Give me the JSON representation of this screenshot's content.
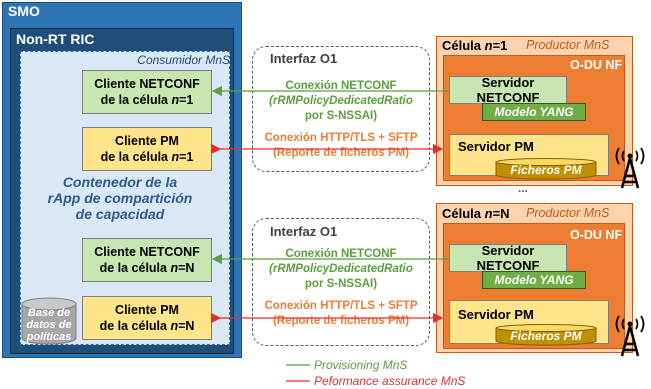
{
  "smo": {
    "title": "SMO"
  },
  "ric": {
    "title": "Non-RT RIC"
  },
  "rapp": {
    "consumer_label": "Consumidor MnS",
    "container_lines": [
      "Contenedor de la",
      "rApp de compartición",
      "de capacidad"
    ]
  },
  "clients": {
    "netconf_1": {
      "line1": "Cliente NETCONF",
      "line2_prefix": "de la célula ",
      "line2_var": "n",
      "line2_suffix": "=1"
    },
    "pm_1": {
      "line1": "Cliente PM",
      "line2_prefix": "de la célula ",
      "line2_var": "n",
      "line2_suffix": "=1"
    },
    "netconf_n": {
      "line1": "Cliente NETCONF",
      "line2_prefix": "de la célula ",
      "line2_var": "n",
      "line2_suffix": "=N"
    },
    "pm_n": {
      "line1": "Cliente PM",
      "line2_prefix": "de la célula ",
      "line2_var": "n",
      "line2_suffix": "=N"
    }
  },
  "database": {
    "lines": [
      "Base de",
      "datos de",
      "políticas"
    ]
  },
  "interfaces": [
    {
      "title": "Interfaz O1",
      "netconf_label": "Conexión NETCONF",
      "netconf_detail_1": "(rRMPolicyDedicatedRatio",
      "netconf_detail_2": "por S-NSSAI)",
      "pm_label": "Conexión HTTP/TLS + SFTP",
      "pm_detail": "(Reporte de ficheros PM)"
    },
    {
      "title": "Interfaz O1",
      "netconf_label": "Conexión NETCONF",
      "netconf_detail_1": "(rRMPolicyDedicatedRatio",
      "netconf_detail_2": "por S-NSSAI)",
      "pm_label": "Conexión HTTP/TLS + SFTP",
      "pm_detail": "(Reporte de ficheros PM)"
    }
  ],
  "cells": [
    {
      "title_prefix": "Célula ",
      "title_var": "n",
      "title_suffix": "=1",
      "producer": "Productor MnS",
      "odu": "O-DU NF",
      "netconf_server": "Servidor NETCONF",
      "yang": "Modelo YANG",
      "pm_server": "Servidor PM",
      "pm_files": "Ficheros PM"
    },
    {
      "title_prefix": "Célula ",
      "title_var": "n",
      "title_suffix": "=N",
      "producer": "Productor MnS",
      "odu": "O-DU NF",
      "netconf_server": "Servidor NETCONF",
      "yang": "Modelo YANG",
      "pm_server": "Servidor PM",
      "pm_files": "Ficheros PM"
    }
  ],
  "ellipsis": "...",
  "legend": {
    "provisioning": "Provisioning MnS",
    "performance": "Peformance assurance MnS"
  },
  "colors": {
    "smo_blue": "#2e75b6",
    "ric_dark_blue": "#1f4e79",
    "green_link": "#5b9e3c",
    "red_link": "#e03030",
    "orange_text": "#ed7d31",
    "odu_orange": "#ed7d31",
    "cell_peach": "#ffd3b0"
  },
  "icons": [
    "antenna-tower-icon",
    "database-cylinder-icon"
  ]
}
